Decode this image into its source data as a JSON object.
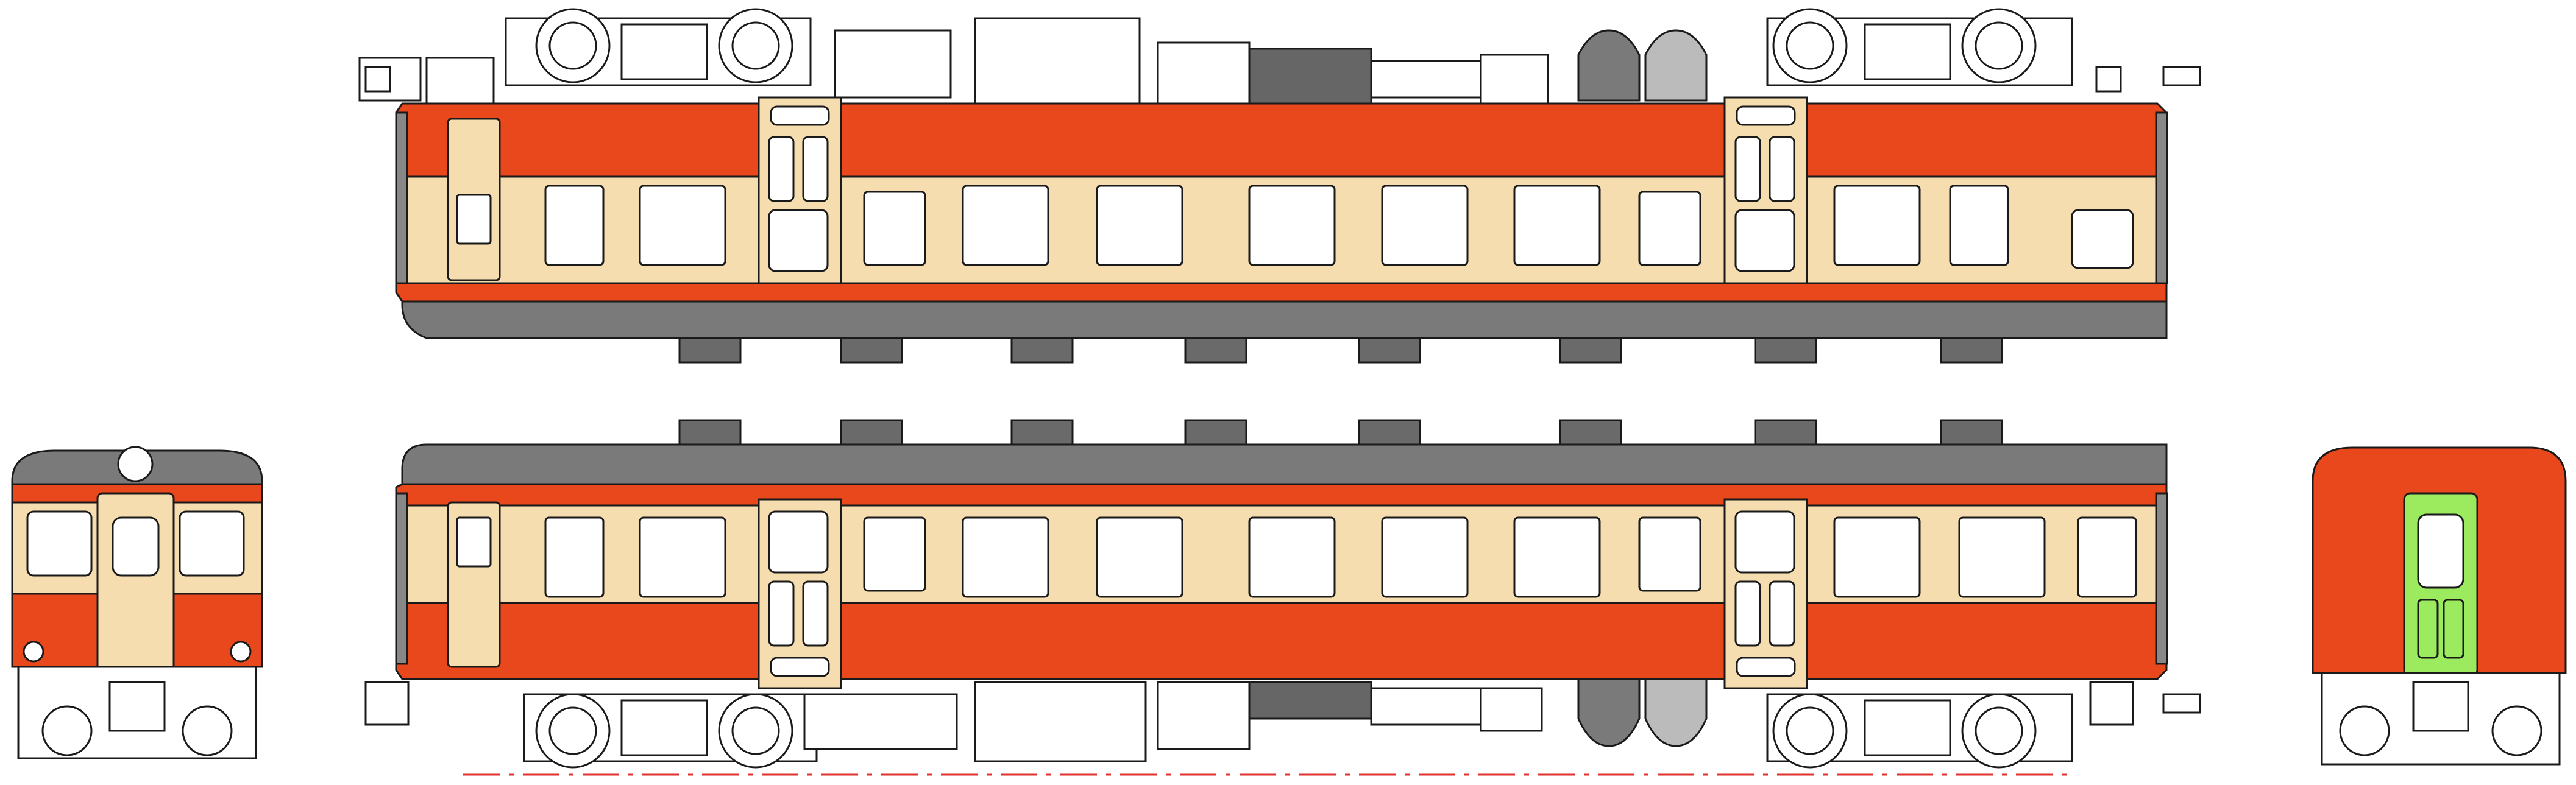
{
  "colors": {
    "body_orange": "#E8481C",
    "body_cream": "#F5DDB0",
    "roof_gray": "#7A7A7A",
    "underframe_gray": "#888888",
    "window_glass": "#FFFFFF",
    "door_green": "#9CEB5E",
    "outline": "#1A1A1A",
    "window_strip": "#1E90B4",
    "centerline_red": "#E03030"
  },
  "views": {
    "front_view": {
      "name": "front-end-view"
    },
    "rear_view": {
      "name": "rear-end-view"
    },
    "side_view_top": {
      "name": "side-view-roof-up"
    },
    "side_view_bottom": {
      "name": "side-view-roof-down"
    }
  }
}
